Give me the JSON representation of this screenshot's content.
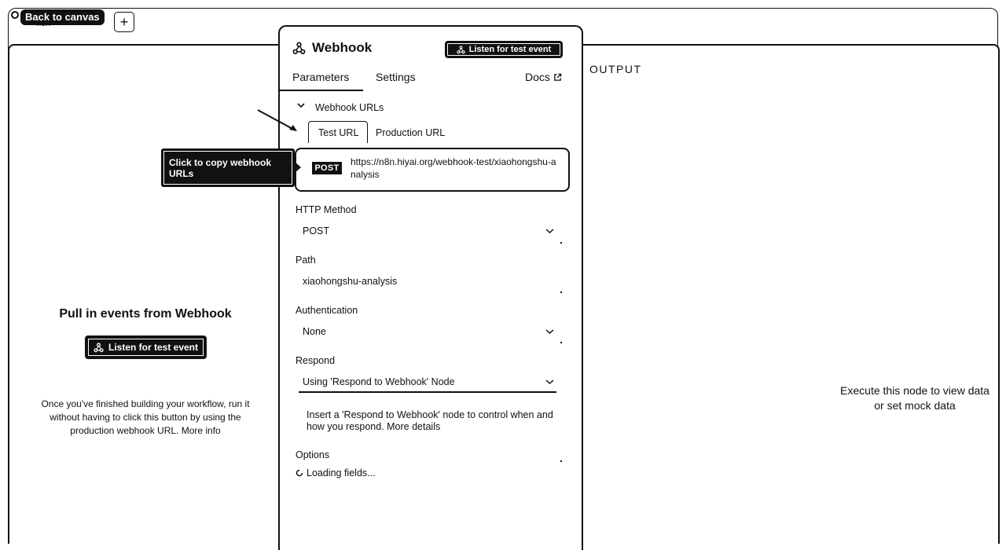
{
  "header": {
    "back_label": "Back to canvas",
    "brand_sub": "n8n",
    "add_label": "+"
  },
  "node": {
    "title": "Webhook",
    "icon": "webhook-icon",
    "listen_label": "Listen for test event",
    "tabs": [
      {
        "label": "Parameters",
        "active": true
      },
      {
        "label": "Settings",
        "active": false
      }
    ],
    "docs_label": "Docs"
  },
  "webhook_urls": {
    "section_label": "Webhook URLs",
    "tabs": [
      {
        "label": "Test URL",
        "active": true
      },
      {
        "label": "Production URL",
        "active": false
      }
    ],
    "method": "POST",
    "url": "https://n8n.hiyai.org/webhook-test/xiaohongshu-analysis",
    "tooltip": "Click to copy webhook URLs"
  },
  "fields": {
    "http_method": {
      "label": "HTTP Method",
      "value": "POST"
    },
    "path": {
      "label": "Path",
      "value": "xiaohongshu-analysis"
    },
    "authentication": {
      "label": "Authentication",
      "value": "None"
    },
    "respond": {
      "label": "Respond",
      "value": "Using 'Respond to Webhook' Node"
    },
    "respond_note": "Insert a 'Respond to Webhook' node to control when and how you respond. More details",
    "options": {
      "label": "Options",
      "loading": "Loading fields..."
    }
  },
  "left_panel": {
    "title": "Pull in events from Webhook",
    "listen_label": "Listen for test event",
    "description": "Once you've finished building your workflow, run it without having to click this button by using the production webhook URL.  More info"
  },
  "output": {
    "label": "OUTPUT",
    "empty_text": "Execute this node to view data or set mock data"
  },
  "colors": {
    "ink": "#111111",
    "background": "#ffffff"
  }
}
